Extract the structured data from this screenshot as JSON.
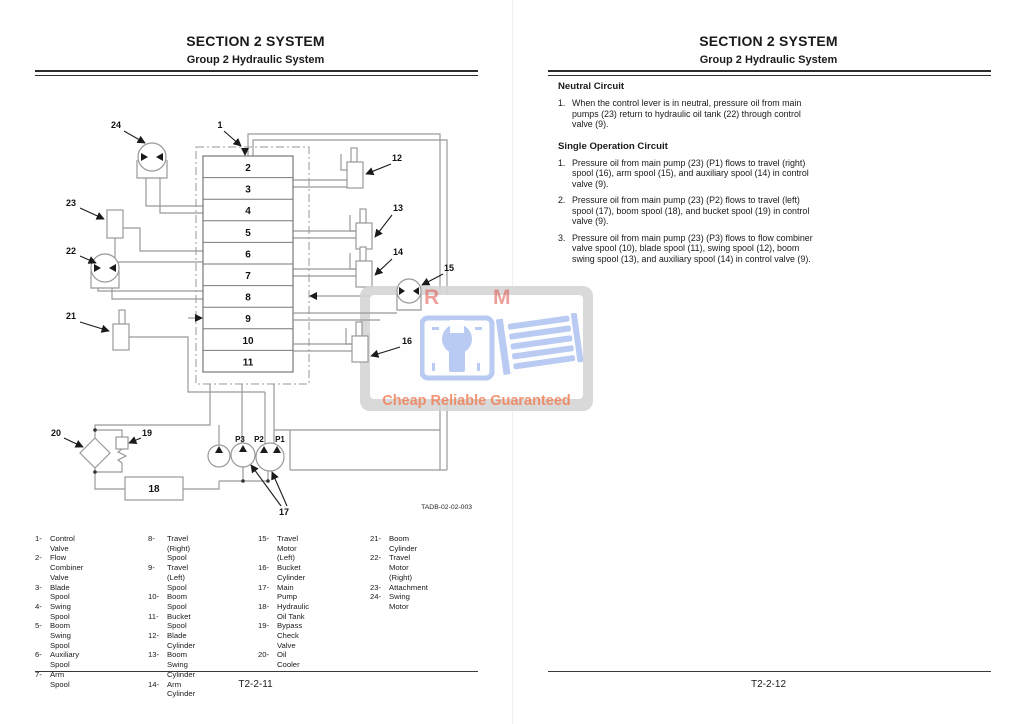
{
  "left_page": {
    "header": {
      "title": "SECTION 2 SYSTEM",
      "subtitle": "Group 2 Hydraulic System"
    },
    "footer": "T2-2-11",
    "diagram": {
      "figure_code": "TADB-02-02-003",
      "cells": [
        "2",
        "3",
        "4",
        "5",
        "6",
        "7",
        "8",
        "9",
        "10",
        "11"
      ],
      "labels": {
        "n1": "1",
        "n12": "12",
        "n13": "13",
        "n14": "14",
        "n15": "15",
        "n16": "16",
        "n17": "17",
        "n18": "18",
        "n19": "19",
        "n20": "20",
        "n21": "21",
        "n22": "22",
        "n23": "23",
        "n24": "24",
        "p1": "P1",
        "p2": "P2",
        "p3": "P3"
      }
    },
    "legend": {
      "col1": [
        {
          "num": "1-",
          "label": "Control Valve"
        },
        {
          "num": "2-",
          "label": "Flow Combiner Valve"
        },
        {
          "num": "3-",
          "label": "Blade Spool"
        },
        {
          "num": "4-",
          "label": "Swing Spool"
        },
        {
          "num": "5-",
          "label": "Boom Swing Spool"
        },
        {
          "num": "6-",
          "label": "Auxiliary Spool"
        },
        {
          "num": "7-",
          "label": "Arm Spool"
        }
      ],
      "col2": [
        {
          "num": "8-",
          "label": "Travel (Right) Spool"
        },
        {
          "num": "9-",
          "label": "Travel (Left) Spool"
        },
        {
          "num": "10-",
          "label": "Boom Spool"
        },
        {
          "num": "11-",
          "label": "Bucket Spool"
        },
        {
          "num": "12-",
          "label": "Blade Cylinder"
        },
        {
          "num": "13-",
          "label": "Boom Swing Cylinder"
        },
        {
          "num": "14-",
          "label": "Arm Cylinder"
        }
      ],
      "col3": [
        {
          "num": "15-",
          "label": "Travel Motor (Left)"
        },
        {
          "num": "16-",
          "label": "Bucket Cylinder"
        },
        {
          "num": "17-",
          "label": "Main Pump"
        },
        {
          "num": "18-",
          "label": "Hydraulic\nOil Tank"
        },
        {
          "num": "19-",
          "label": "Bypass Check Valve"
        },
        {
          "num": "20-",
          "label": "Oil Cooler"
        }
      ],
      "col4": [
        {
          "num": "21-",
          "label": "Boom Cylinder"
        },
        {
          "num": "22-",
          "label": "Travel Motor (Right)"
        },
        {
          "num": "23-",
          "label": "Attachment"
        },
        {
          "num": "24-",
          "label": "Swing Motor"
        }
      ]
    }
  },
  "right_page": {
    "header": {
      "title": "SECTION 2 SYSTEM",
      "subtitle": "Group 2 Hydraulic System"
    },
    "footer": "T2-2-12",
    "sections": [
      {
        "heading": "Neutral Circuit",
        "items": [
          {
            "num": "1.",
            "text": "When the control lever is in neutral, pressure oil from main pumps (23) return to hydraulic oil tank (22) through control valve (9)."
          }
        ]
      },
      {
        "heading": "Single Operation Circuit",
        "items": [
          {
            "num": "1.",
            "text": "Pressure oil from main pump (23) (P1) flows to travel (right) spool (16), arm spool (15), and auxiliary spool (14) in control valve (9)."
          },
          {
            "num": "2.",
            "text": "Pressure oil from main pump (23) (P2) flows to travel (left) spool (17), boom spool (18), and bucket spool (19) in control valve (9)."
          },
          {
            "num": "3.",
            "text": "Pressure oil from main pump (23) (P3) flows to flow combiner valve spool (10), blade spool (11), swing spool (12), boom swing spool (13), and auxiliary spool (14) in control valve (9)."
          }
        ]
      }
    ]
  },
  "watermark": {
    "letters": "R M",
    "tagline": "Cheap Reliable Guaranteed"
  }
}
